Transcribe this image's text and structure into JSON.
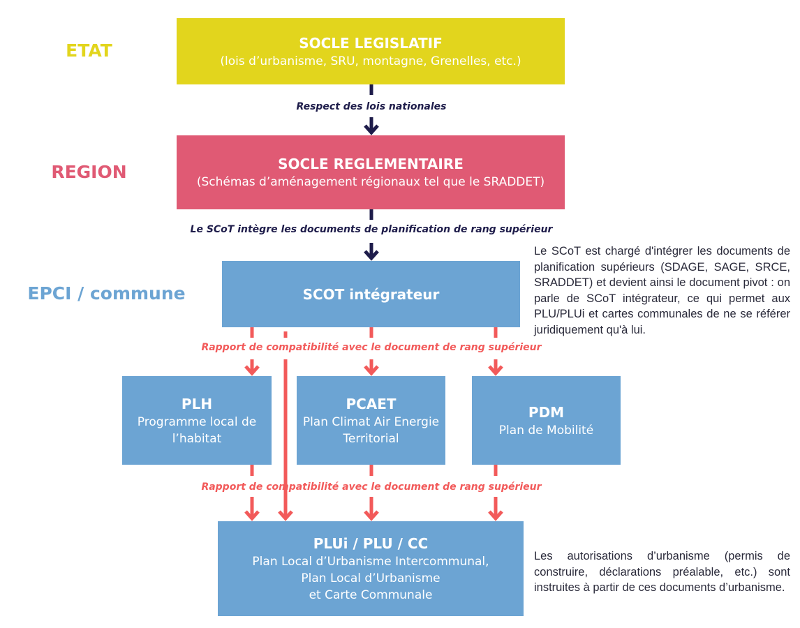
{
  "colors": {
    "etat": "#e2d51d",
    "region": "#e05a74",
    "epci": "#6ca4d3",
    "dark_arrow": "#1e1c4a",
    "red_arrow": "#f25a5a",
    "side_text": "#2a2a3a"
  },
  "levels": {
    "etat": "ETAT",
    "region": "REGION",
    "epci": "EPCI / commune"
  },
  "boxes": {
    "socle_legislatif": {
      "title": "SOCLE LEGISLATIF",
      "subtitle": "(lois d’urbanisme, SRU, montagne, Grenelles, etc.)"
    },
    "socle_reglementaire": {
      "title": "SOCLE REGLEMENTAIRE",
      "subtitle": "(Schémas d’aménagement régionaux tel que le SRADDET)"
    },
    "scot": {
      "title": "SCOT intégrateur"
    },
    "plh": {
      "title": "PLH",
      "subtitle_line1": "Programme local de",
      "subtitle_line2": "l’habitat"
    },
    "pcaet": {
      "title": "PCAET",
      "subtitle_line1": "Plan Climat Air Energie",
      "subtitle_line2": "Territorial"
    },
    "pdm": {
      "title": "PDM",
      "subtitle_line1": "Plan de Mobilité"
    },
    "plui": {
      "title": "PLUi / PLU / CC",
      "subtitle_line1": "Plan Local d’Urbanisme Intercommunal,",
      "subtitle_line2": "Plan Local d’Urbanisme",
      "subtitle_line3": "et Carte Communale"
    }
  },
  "connectors": {
    "respect_lois": "Respect des lois nationales",
    "scot_integre": "Le SCoT intègre les documents de planification de rang supérieur",
    "rapport_1": "Rapport de compatibilité avec le document de rang supérieur",
    "rapport_2": "Rapport de compatibilité avec le document de rang supérieur"
  },
  "notes": {
    "scot_note": "Le SCoT est chargé d'intégrer les documents de planification supérieurs (SDAGE, SAGE, SRCE, SRADDET) et devient ainsi le document pivot : on parle de SCoT intégrateur, ce qui permet aux PLU/PLUi et cartes communales de ne se référer juridiquement qu'à lui.",
    "plui_note": "Les autorisations d’urbanisme (permis de construire, déclarations préalable, etc.) sont instruites à partir de ces documents d’urbanisme."
  }
}
